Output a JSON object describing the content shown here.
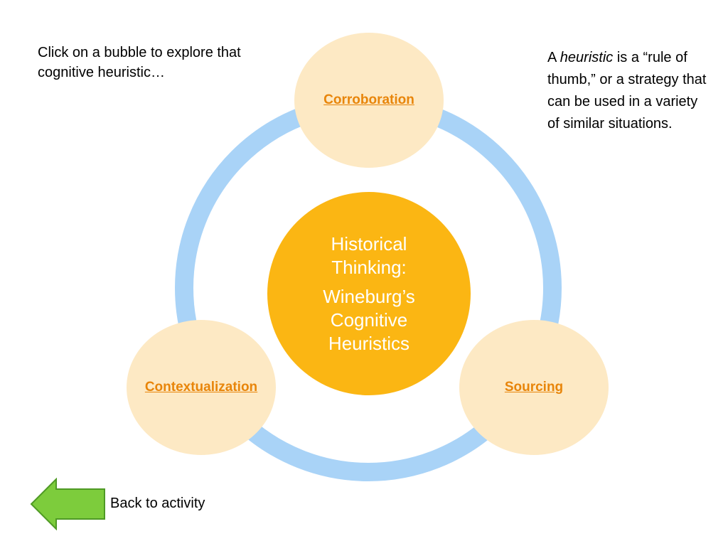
{
  "instructions": "Click on a bubble to explore that cognitive heuristic…",
  "definition": {
    "prefix": "A ",
    "term": "heuristic",
    "suffix": " is a “rule of thumb,” or a strategy that can be used in a variety of similar situations."
  },
  "center": {
    "line1": "Historical",
    "line2": "Thinking:",
    "line3": "Wineburg’s",
    "line4": "Cognitive",
    "line5": "Heuristics"
  },
  "bubbles": {
    "corroboration": "Corroboration",
    "sourcing": "Sourcing",
    "contextualization": "Contextualization"
  },
  "back": {
    "label": "Back to activity"
  },
  "colors": {
    "ring": "#a9d3f7",
    "bubble_fill": "#fde9c4",
    "center_fill": "#fbb613",
    "link_text": "#e8850a",
    "arrow_fill": "#7dcc3c",
    "arrow_stroke": "#4f9a25"
  }
}
